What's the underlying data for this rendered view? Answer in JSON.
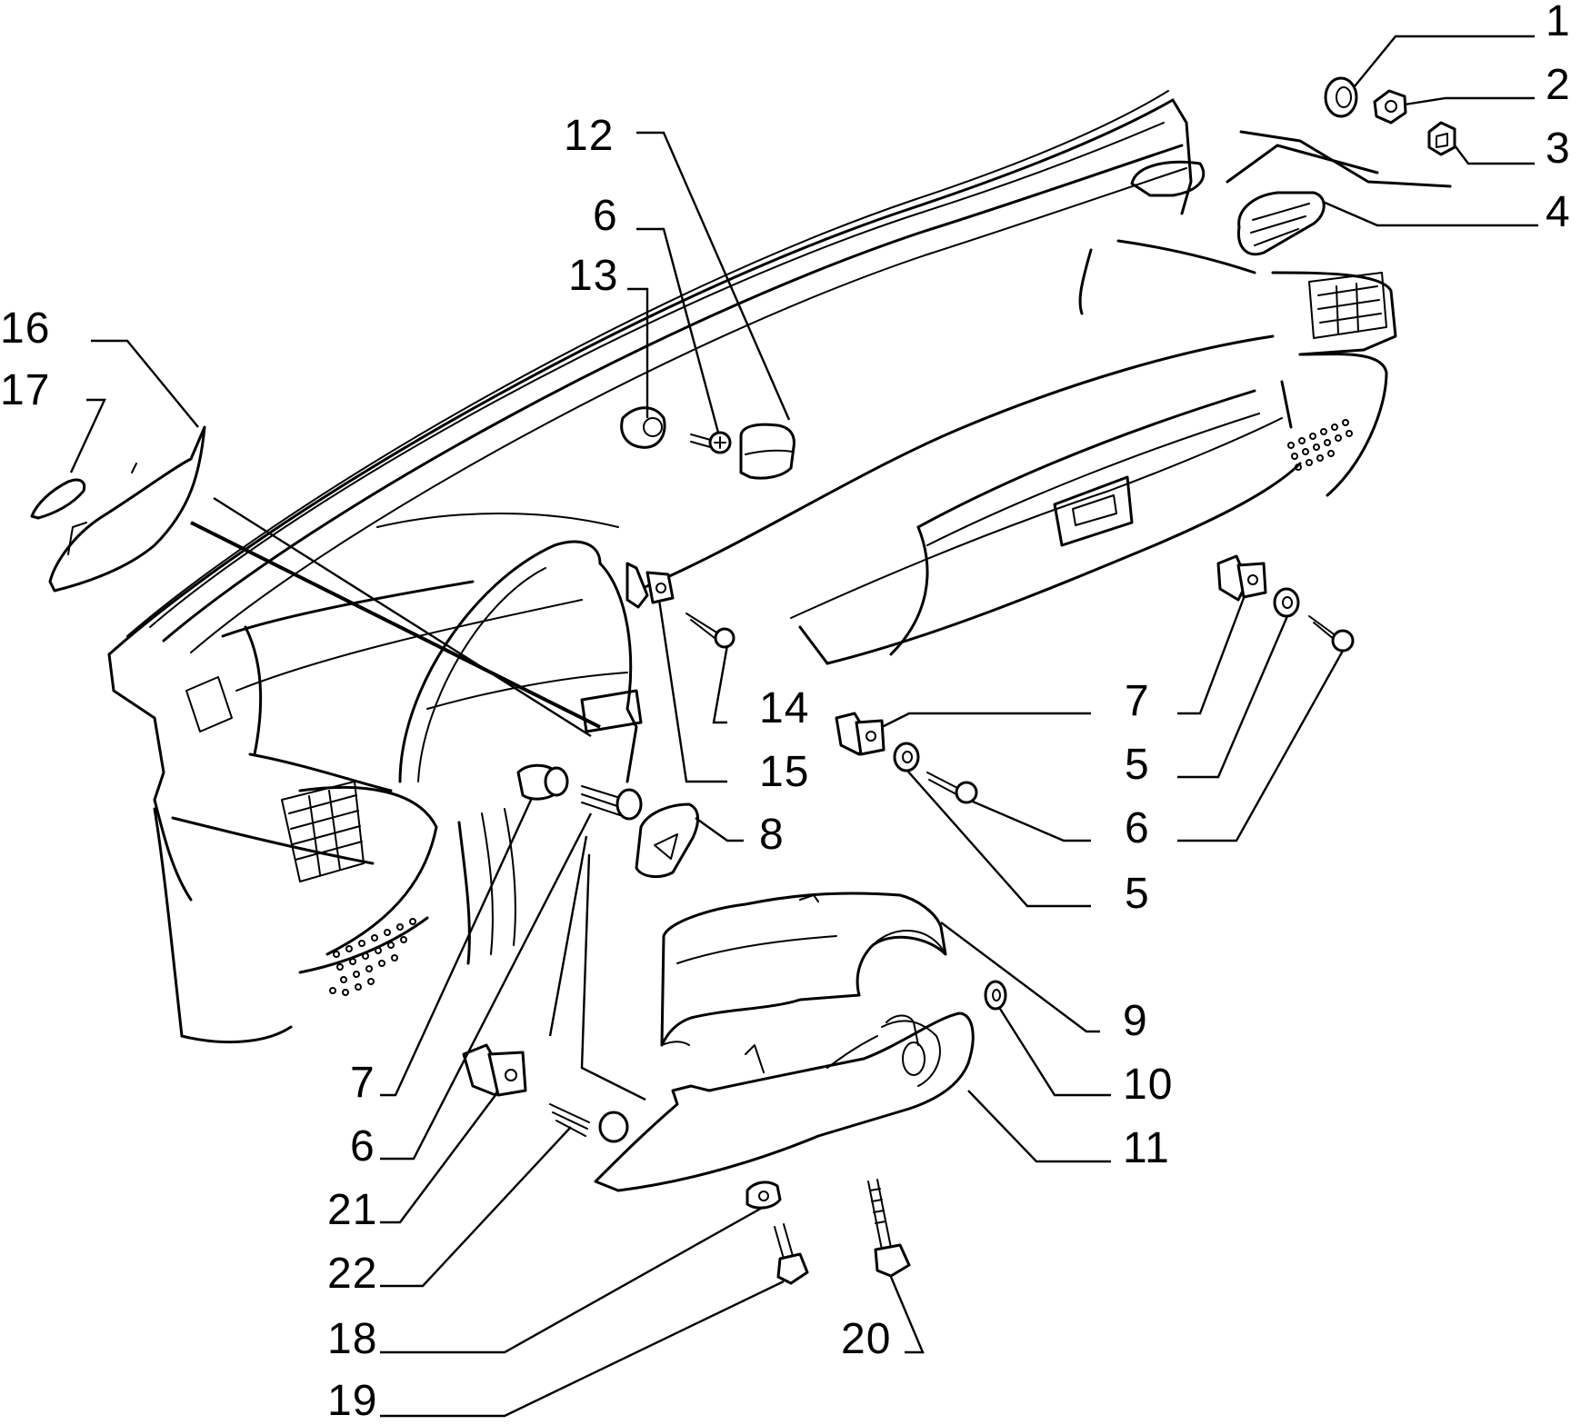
{
  "callouts": [
    {
      "id": "1",
      "label": "1"
    },
    {
      "id": "2",
      "label": "2"
    },
    {
      "id": "3",
      "label": "3"
    },
    {
      "id": "4",
      "label": "4"
    },
    {
      "id": "12",
      "label": "12"
    },
    {
      "id": "6a",
      "label": "6"
    },
    {
      "id": "13",
      "label": "13"
    },
    {
      "id": "16",
      "label": "16"
    },
    {
      "id": "17",
      "label": "17"
    },
    {
      "id": "14",
      "label": "14"
    },
    {
      "id": "15",
      "label": "15"
    },
    {
      "id": "7a",
      "label": "7"
    },
    {
      "id": "5a",
      "label": "5"
    },
    {
      "id": "6b",
      "label": "6"
    },
    {
      "id": "5b",
      "label": "5"
    },
    {
      "id": "8",
      "label": "8"
    },
    {
      "id": "9",
      "label": "9"
    },
    {
      "id": "10",
      "label": "10"
    },
    {
      "id": "11",
      "label": "11"
    },
    {
      "id": "7b",
      "label": "7"
    },
    {
      "id": "6c",
      "label": "6"
    },
    {
      "id": "21",
      "label": "21"
    },
    {
      "id": "22",
      "label": "22"
    },
    {
      "id": "18",
      "label": "18"
    },
    {
      "id": "19",
      "label": "19"
    },
    {
      "id": "20",
      "label": "20"
    }
  ]
}
